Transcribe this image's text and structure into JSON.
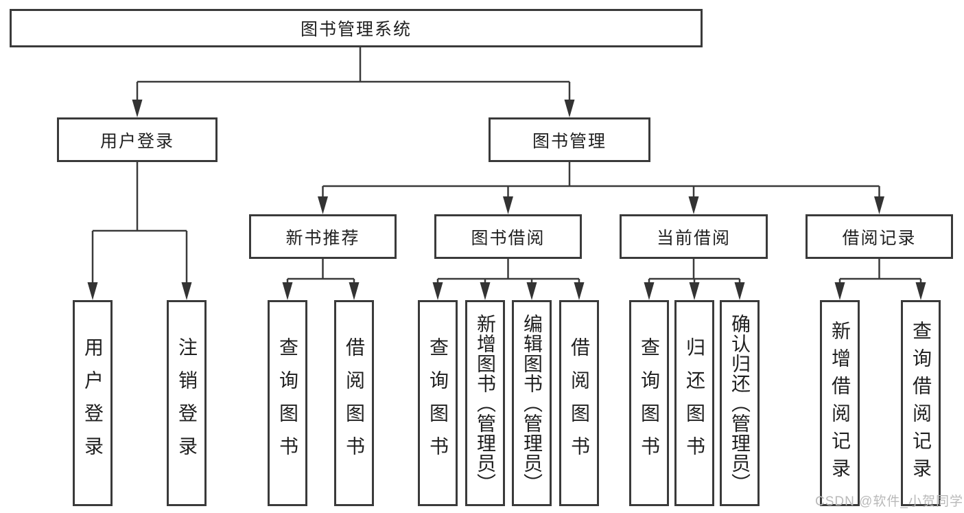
{
  "colors": {
    "line": "#3a3a3a",
    "box_border": "#3a3a3a",
    "text": "#1f1f1f",
    "watermark": "#b9b9b9",
    "background": "#ffffff"
  },
  "watermark": {
    "text": "CSDN @软件_小贺同学"
  },
  "tree": {
    "label": "图书管理系统",
    "children": [
      {
        "label": "用户登录",
        "children": [
          {
            "label": "用户登录"
          },
          {
            "label": "注销登录"
          }
        ]
      },
      {
        "label": "图书管理",
        "children": [
          {
            "label": "新书推荐",
            "children": [
              {
                "label": "查询图书"
              },
              {
                "label": "借阅图书"
              }
            ]
          },
          {
            "label": "图书借阅",
            "children": [
              {
                "label": "查询图书"
              },
              {
                "label": "新增图书（管理员）"
              },
              {
                "label": "编辑图书（管理员）"
              },
              {
                "label": "借阅图书"
              }
            ]
          },
          {
            "label": "当前借阅",
            "children": [
              {
                "label": "查询图书"
              },
              {
                "label": "归还图书"
              },
              {
                "label": "确认归还（管理员）"
              }
            ]
          },
          {
            "label": "借阅记录",
            "children": [
              {
                "label": "新增借阅记录"
              },
              {
                "label": "查询借阅记录"
              }
            ]
          }
        ]
      }
    ]
  }
}
